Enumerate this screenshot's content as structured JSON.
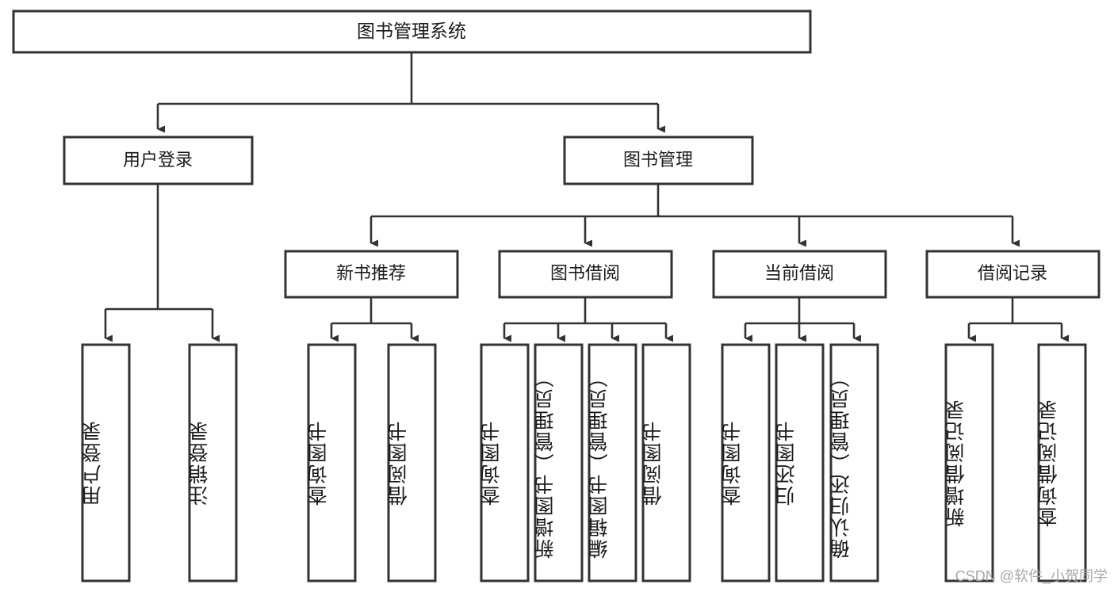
{
  "diagram": {
    "title": "图书管理系统",
    "type": "hierarchy-tree",
    "watermark": "CSDN @软件_小贺同学",
    "colors": {
      "stroke": "#333333",
      "fill": "#ffffff",
      "text": "#1a1a1a",
      "watermark": "#a8a8a8"
    },
    "root": {
      "label": "图书管理系统"
    },
    "level2": [
      {
        "label": "用户登录"
      },
      {
        "label": "图书管理"
      }
    ],
    "level3": [
      {
        "label": "新书推荐"
      },
      {
        "label": "图书借阅"
      },
      {
        "label": "当前借阅"
      },
      {
        "label": "借阅记录"
      }
    ],
    "leaves": {
      "user_login": [
        {
          "label": "用户登录"
        },
        {
          "label": "注销登录"
        }
      ],
      "new_book_recommend": [
        {
          "label": "查询图书"
        },
        {
          "label": "借阅图书"
        }
      ],
      "book_borrow": [
        {
          "label": "查询图书"
        },
        {
          "label": "新增图书（管理员）"
        },
        {
          "label": "编辑图书（管理员）"
        },
        {
          "label": "借阅图书"
        }
      ],
      "current_borrow": [
        {
          "label": "查询图书"
        },
        {
          "label": "归还图书"
        },
        {
          "label": "确认归还（管理员）"
        }
      ],
      "borrow_record": [
        {
          "label": "新增借阅记录"
        },
        {
          "label": "查询借阅记录"
        }
      ]
    }
  }
}
